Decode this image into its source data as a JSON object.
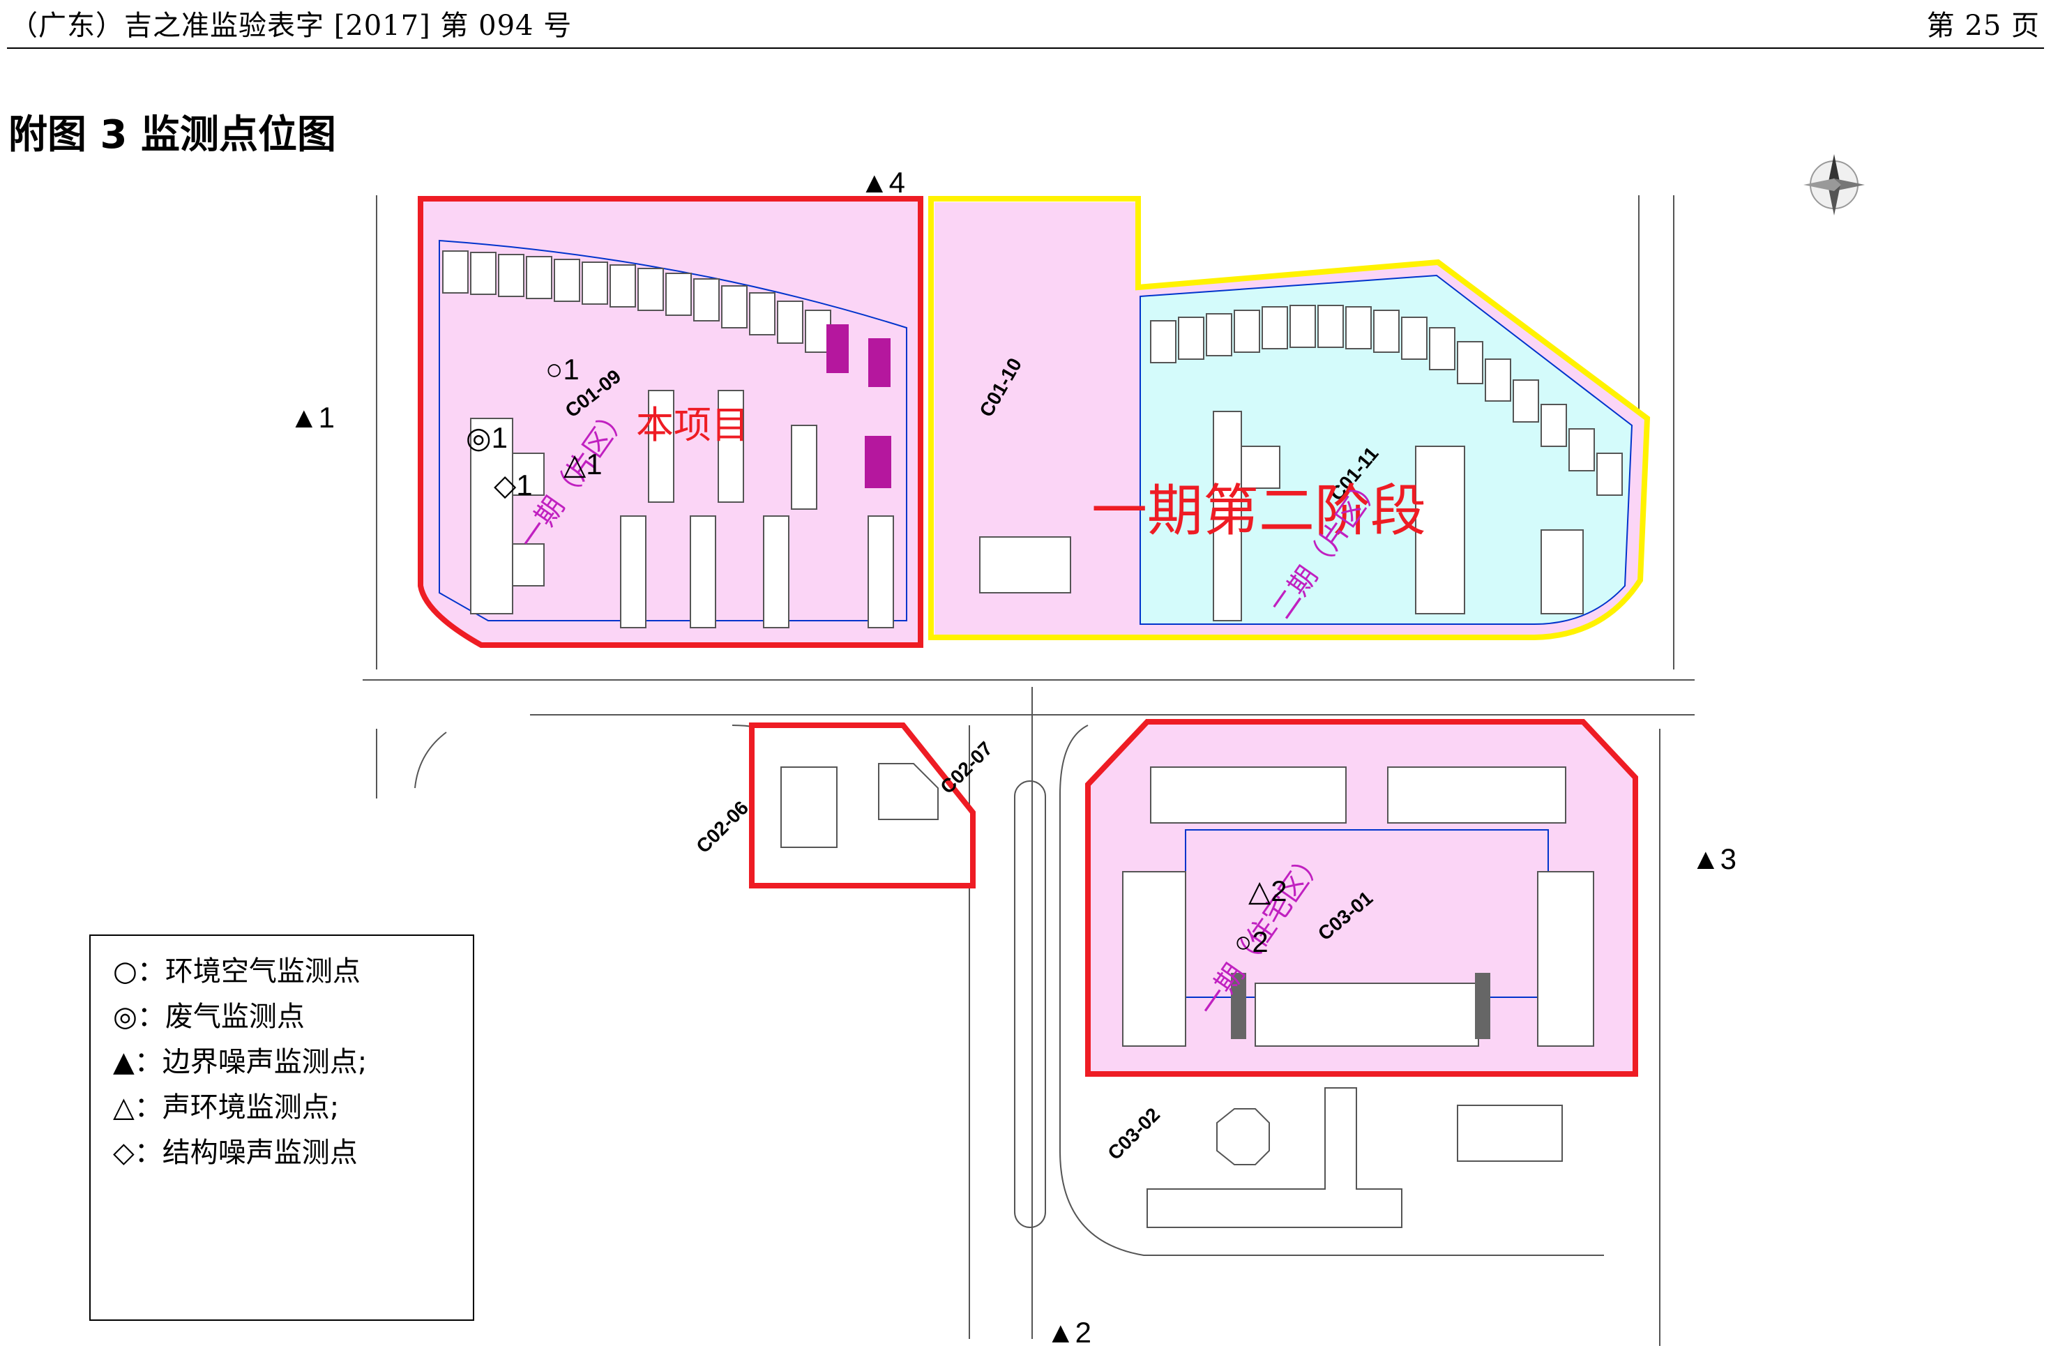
{
  "header": {
    "left": "（广东）吉之准监验表字 [2017] 第 094 号",
    "right": "第 25 页"
  },
  "figure_title": "附图 3  监测点位图",
  "map": {
    "parcels": {
      "c01_09": "C01-09",
      "c01_10": "C01-10",
      "c01_11": "C01-11",
      "c02_06": "C02-06",
      "c02_07": "C02-07",
      "c03_01": "C03-01",
      "c03_02": "C03-02"
    },
    "zone_labels": {
      "project": "本项目",
      "phase1_stage2": "一期第二阶段",
      "zone_c01_09": "一期（片区）",
      "zone_c01_11": "二期（片区）",
      "zone_c03_01": "一期（住宅区）"
    },
    "points": {
      "boundary_noise_1": "▲1",
      "boundary_noise_2": "▲2",
      "boundary_noise_3": "▲3",
      "boundary_noise_4": "▲4",
      "ambient_air_1": "○1",
      "ambient_air_2": "○2",
      "exhaust_gas_1": "◎1",
      "sound_env_1": "△1",
      "sound_env_2": "△2",
      "structural_noise_1": "◇1"
    },
    "colors": {
      "project_boundary": "#ee1c24",
      "stage2_boundary": "#fff200",
      "project_fill": "#fbd5f6",
      "stage2_fill": "#d4fbfb",
      "magenta_block": "#b5179e",
      "zone_text": "#c020c0"
    }
  },
  "legend": {
    "items": [
      "○：环境空气监测点",
      "◎：废气监测点",
      "▲：边界噪声监测点;",
      "△：声环境监测点;",
      "◇：结构噪声监测点"
    ]
  }
}
